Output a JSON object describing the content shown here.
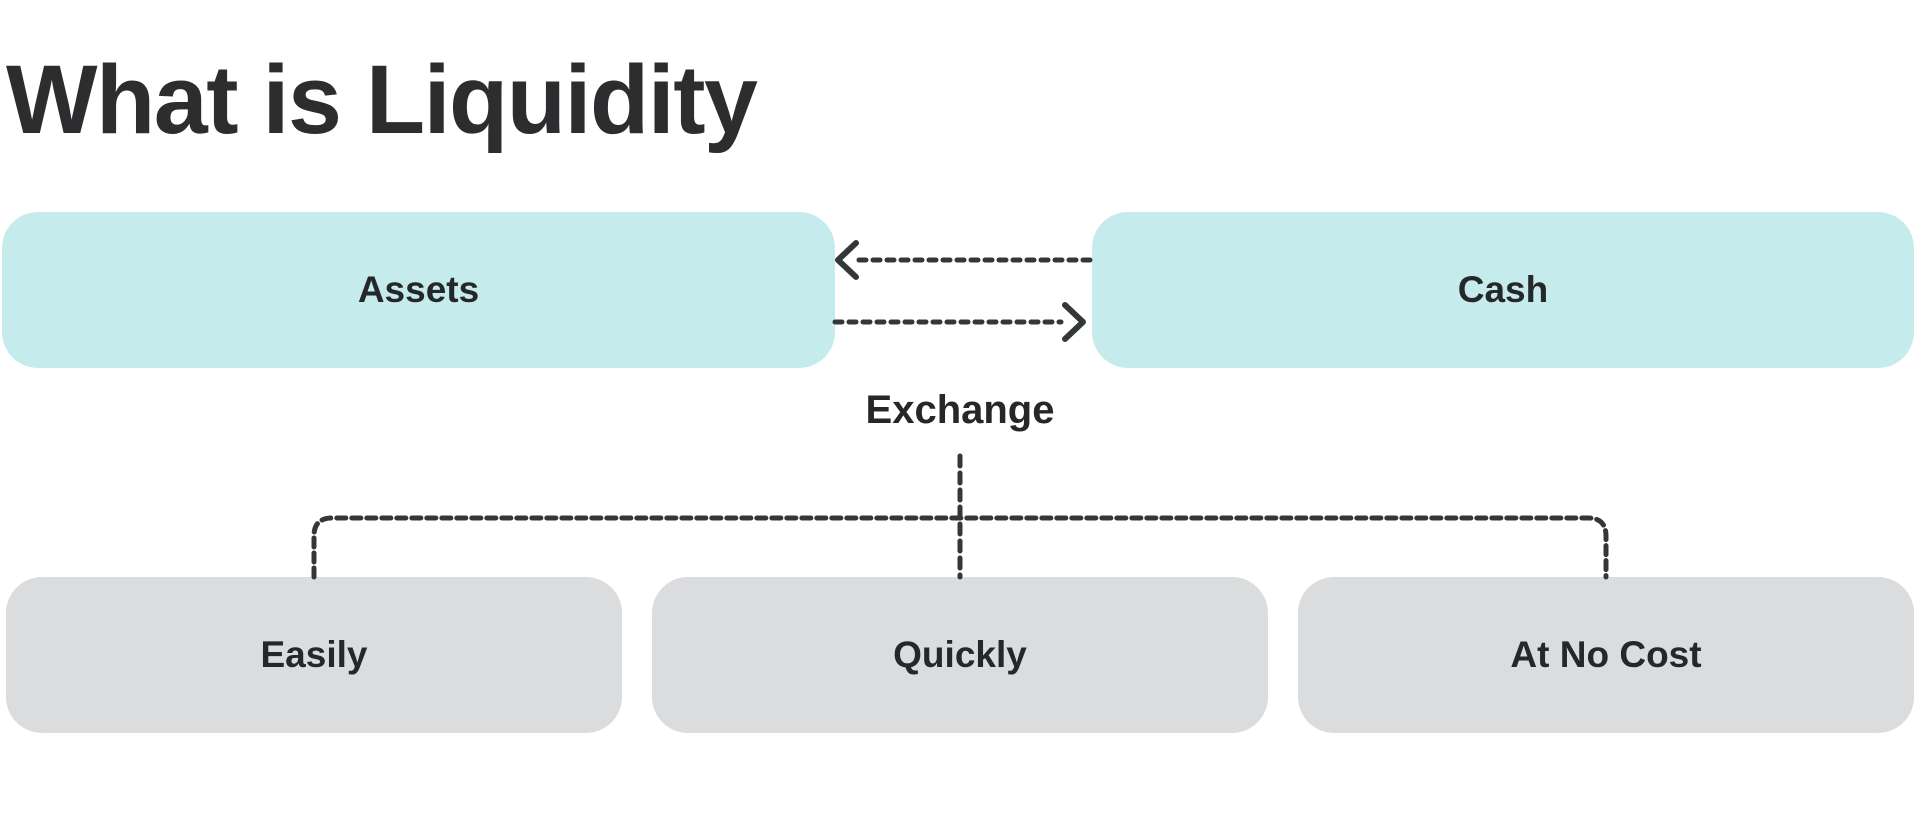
{
  "page": {
    "title": "What is Liquidity"
  },
  "diagram": {
    "top_boxes": [
      {
        "id": "assets",
        "label": "Assets"
      },
      {
        "id": "cash",
        "label": "Cash"
      }
    ],
    "arrows": [
      {
        "id": "cash-to-assets",
        "direction": "left"
      },
      {
        "id": "assets-to-cash",
        "direction": "right"
      }
    ],
    "exchange_label": "Exchange",
    "bottom_boxes": [
      {
        "id": "easily",
        "label": "Easily"
      },
      {
        "id": "quickly",
        "label": "Quickly"
      },
      {
        "id": "at-no-cost",
        "label": "At No Cost"
      }
    ],
    "colors": {
      "background": "#ffffff",
      "top_box_fill": "#c6ebed",
      "bottom_box_fill": "#dadcde",
      "line": "#33373a",
      "text": "#262728",
      "title": "#2d2d2f"
    }
  }
}
